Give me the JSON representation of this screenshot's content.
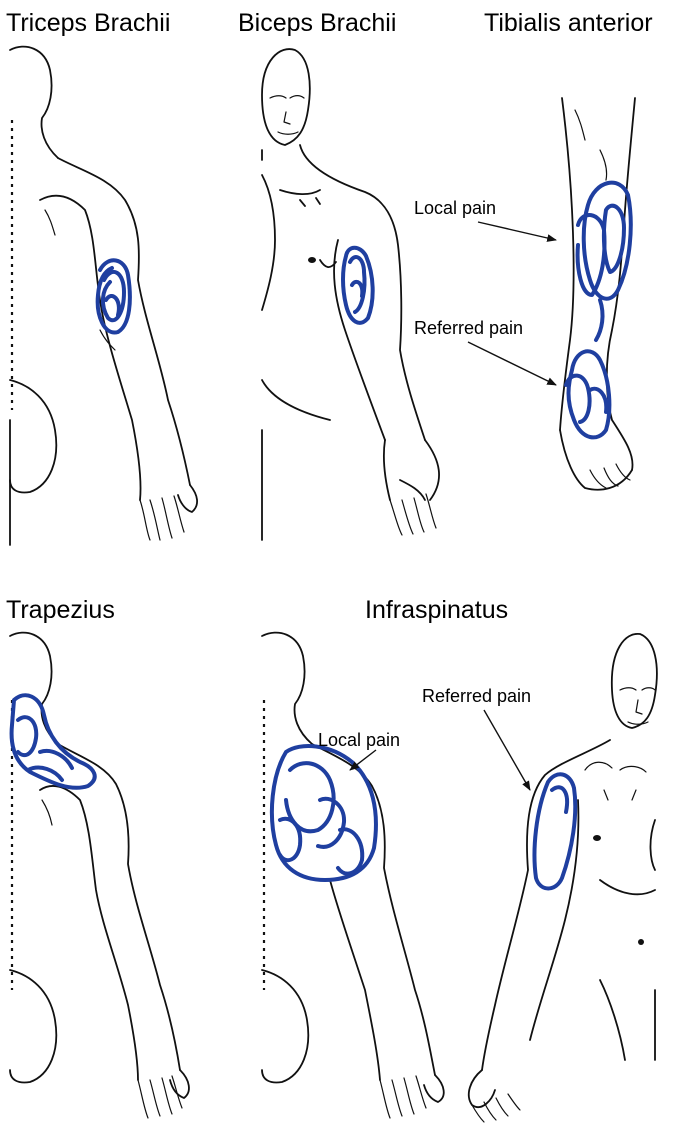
{
  "panels": {
    "triceps": {
      "title": "Triceps Brachii"
    },
    "biceps": {
      "title": "Biceps Brachii"
    },
    "tibialis": {
      "title": "Tibialis anterior",
      "local": "Local pain",
      "referred": "Referred pain"
    },
    "trapezius": {
      "title": "Trapezius"
    },
    "infraspinatus": {
      "title": "Infraspinatus",
      "local": "Local pain",
      "referred": "Referred pain"
    }
  },
  "colors": {
    "pain": "#1f3fa0",
    "outline": "#111111",
    "background": "#ffffff"
  }
}
